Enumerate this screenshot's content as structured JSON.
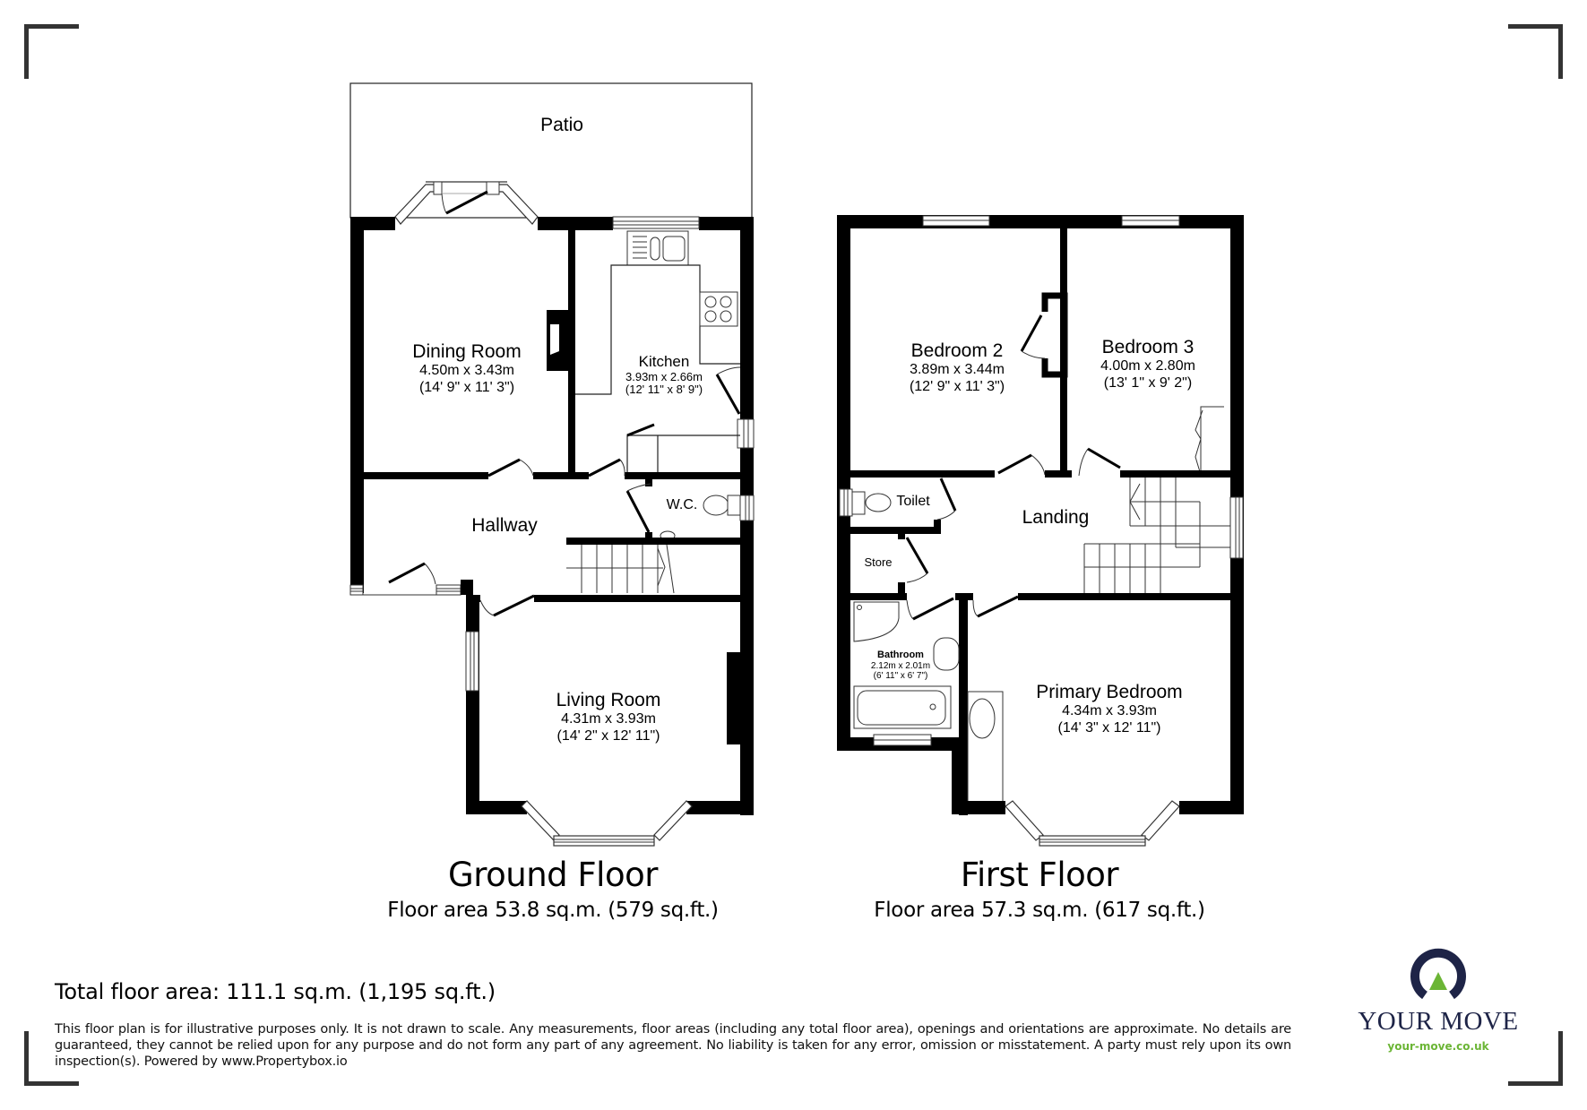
{
  "plan": {
    "ground_floor": {
      "title": "Ground Floor",
      "area": "Floor area 53.8 sq.m. (579 sq.ft.)",
      "rooms": [
        {
          "name": "Patio",
          "dims_m": "",
          "dims_ft": ""
        },
        {
          "name": "Dining Room",
          "dims_m": "4.50m x 3.43m",
          "dims_ft": "(14' 9\" x 11' 3\")"
        },
        {
          "name": "Kitchen",
          "dims_m": "3.93m x 2.66m",
          "dims_ft": "(12' 11\" x 8' 9\")"
        },
        {
          "name": "W.C.",
          "dims_m": "",
          "dims_ft": ""
        },
        {
          "name": "Hallway",
          "dims_m": "",
          "dims_ft": ""
        },
        {
          "name": "Living Room",
          "dims_m": "4.31m x 3.93m",
          "dims_ft": "(14' 2\" x 12' 11\")"
        }
      ]
    },
    "first_floor": {
      "title": "First Floor",
      "area": "Floor area 57.3 sq.m. (617 sq.ft.)",
      "rooms": [
        {
          "name": "Bedroom 2",
          "dims_m": "3.89m x 3.44m",
          "dims_ft": "(12' 9\" x 11' 3\")"
        },
        {
          "name": "Bedroom 3",
          "dims_m": "4.00m x 2.80m",
          "dims_ft": "(13' 1\" x 9' 2\")"
        },
        {
          "name": "Toilet",
          "dims_m": "",
          "dims_ft": ""
        },
        {
          "name": "Landing",
          "dims_m": "",
          "dims_ft": ""
        },
        {
          "name": "Store",
          "dims_m": "",
          "dims_ft": ""
        },
        {
          "name": "Bathroom",
          "dims_m": "2.12m x 2.01m",
          "dims_ft": "(6' 11\" x 6' 7\")"
        },
        {
          "name": "Primary Bedroom",
          "dims_m": "4.34m x 3.93m",
          "dims_ft": "(14' 3\" x 12' 11\")"
        }
      ]
    }
  },
  "footer": {
    "total": "Total floor area: 111.1 sq.m. (1,195 sq.ft.)",
    "disclaimer": "This floor plan is for illustrative purposes only. It is not drawn to scale. Any measurements, floor areas (including any total floor area), openings and orientations are approximate. No details are guaranteed, they cannot be relied upon for any purpose and do not form any part of any agreement. No liability is taken for any error, omission or misstatement. A party must rely upon its own inspection(s). Powered by www.Propertybox.io"
  },
  "brand": {
    "name": "YOUR MOVE",
    "url": "your-move.co.uk",
    "icon": "location-pin-arch-icon",
    "navy": "#1e2447",
    "green": "#6bb535"
  }
}
